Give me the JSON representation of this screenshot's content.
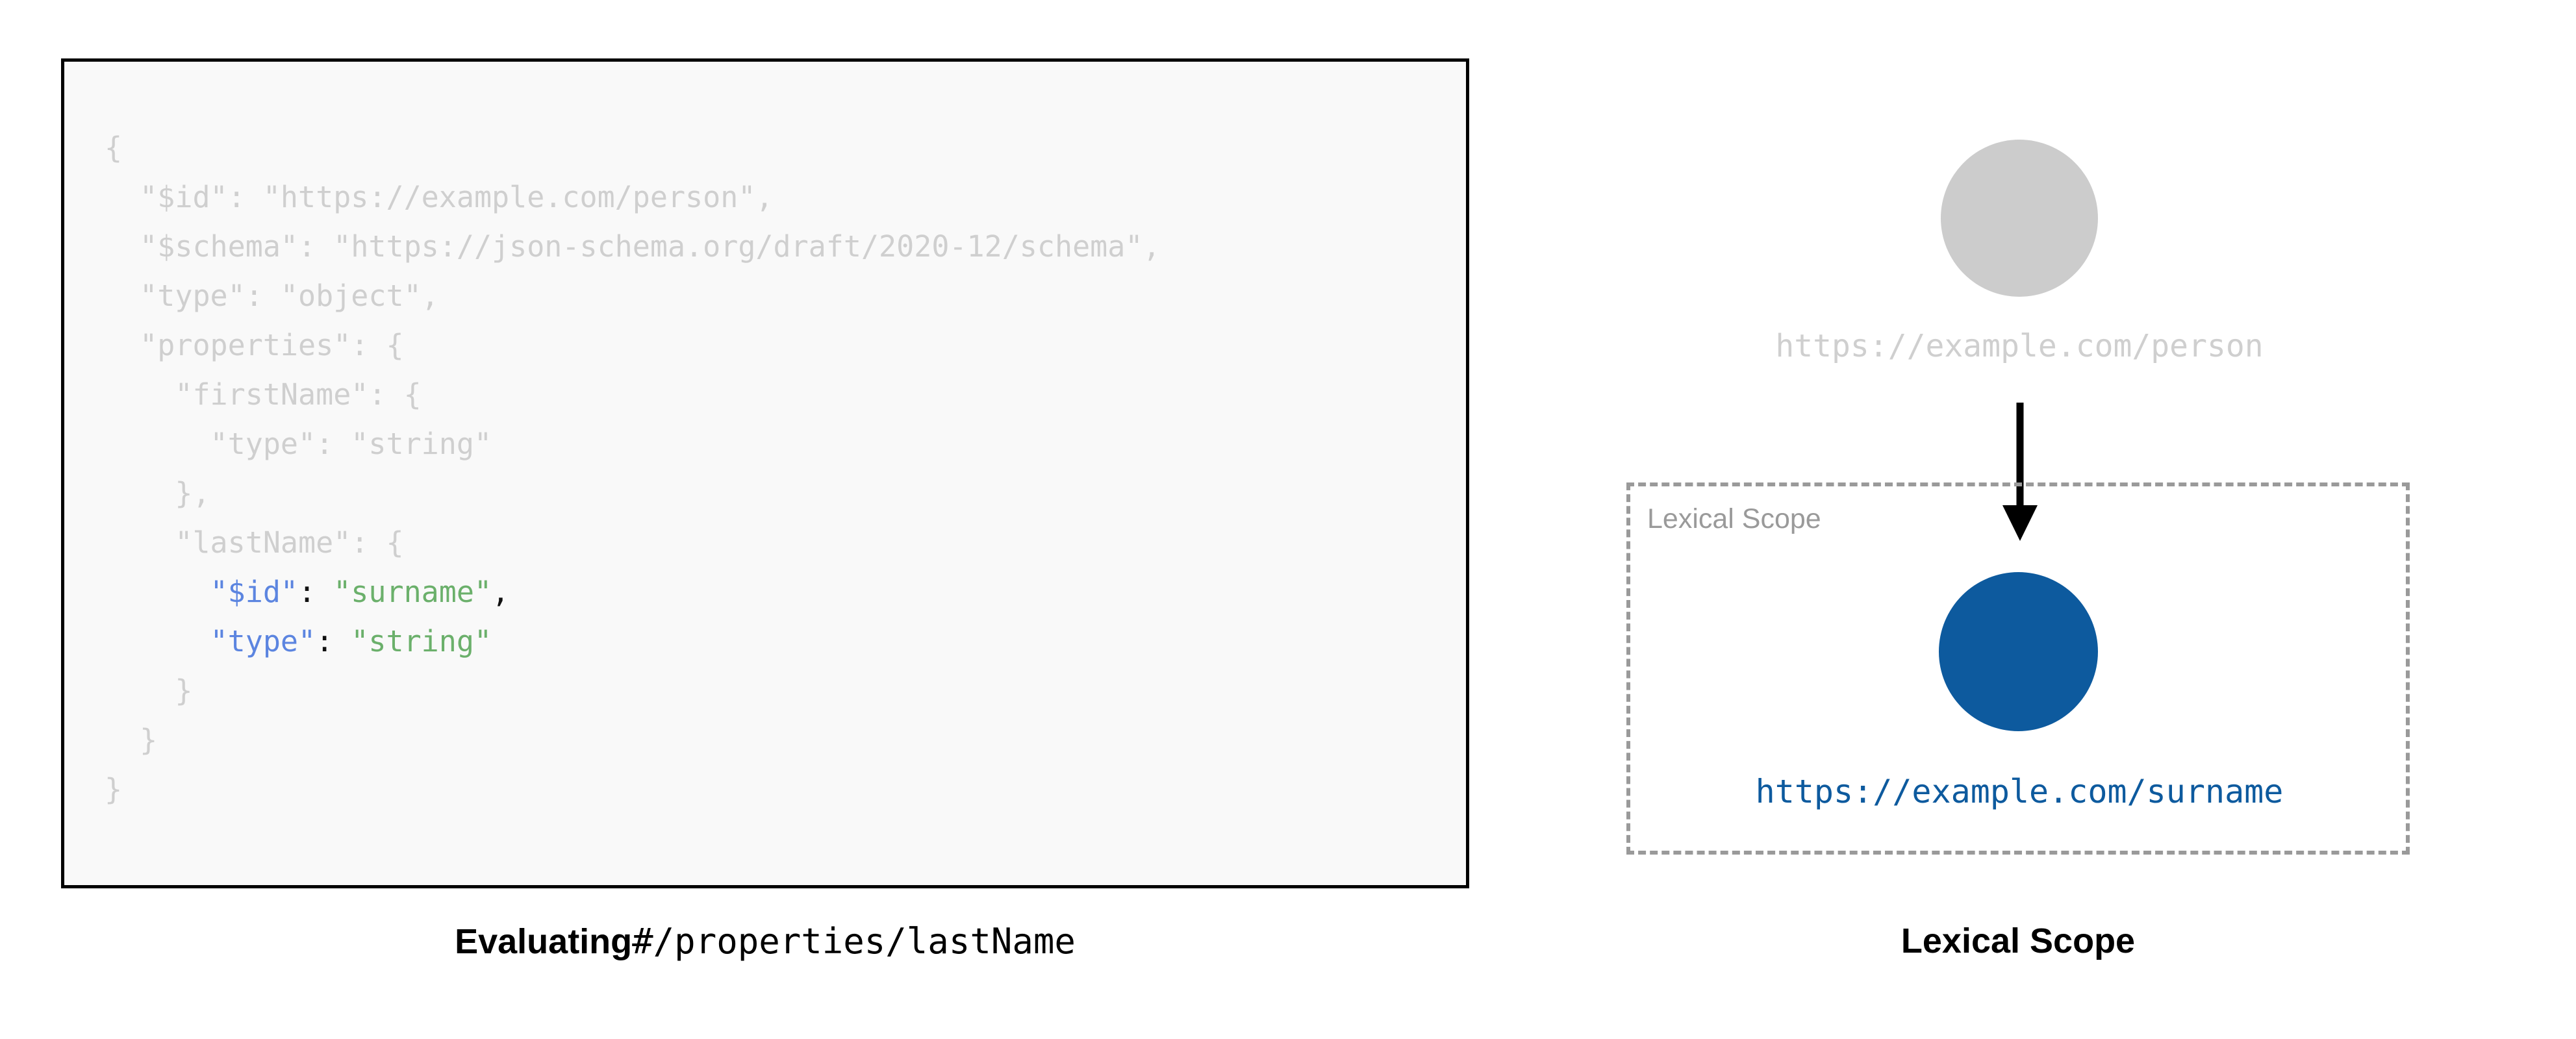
{
  "left_panel": {
    "code_box": {
      "language": "json",
      "lines": [
        [
          {
            "t": "{",
            "c": "dim"
          }
        ],
        [
          {
            "t": "  \"$id\": \"https://example.com/person\",",
            "c": "dim"
          }
        ],
        [
          {
            "t": "  \"$schema\": \"https://json-schema.org/draft/2020-12/schema\",",
            "c": "dim"
          }
        ],
        [
          {
            "t": "  \"type\": \"object\",",
            "c": "dim"
          }
        ],
        [
          {
            "t": "  \"properties\": {",
            "c": "dim"
          }
        ],
        [
          {
            "t": "    \"firstName\": {",
            "c": "dim"
          }
        ],
        [
          {
            "t": "      \"type\": \"string\"",
            "c": "dim"
          }
        ],
        [
          {
            "t": "    },",
            "c": "dim"
          }
        ],
        [
          {
            "t": "    \"lastName\": {",
            "c": "dim"
          }
        ],
        [
          {
            "t": "      ",
            "c": "dim"
          },
          {
            "t": "\"$id\"",
            "c": "key"
          },
          {
            "t": ":",
            "c": "punct"
          },
          {
            "t": " ",
            "c": "dim"
          },
          {
            "t": "\"surname\"",
            "c": "str"
          },
          {
            "t": ",",
            "c": "punct"
          }
        ],
        [
          {
            "t": "      ",
            "c": "dim"
          },
          {
            "t": "\"type\"",
            "c": "key"
          },
          {
            "t": ":",
            "c": "punct"
          },
          {
            "t": " ",
            "c": "dim"
          },
          {
            "t": "\"string\"",
            "c": "str"
          }
        ],
        [
          {
            "t": "    }",
            "c": "dim"
          }
        ],
        [
          {
            "t": "  }",
            "c": "dim"
          }
        ],
        [
          {
            "t": "}",
            "c": "dim"
          }
        ]
      ]
    },
    "caption": {
      "bold_text": "Evaluating",
      "mono_text": "#/properties/lastName"
    }
  },
  "right_panel": {
    "root_node": {
      "label": "https://example.com/person",
      "shape": "circle",
      "color": "#cccccc",
      "label_color": "#cfcfcf"
    },
    "arrow": {
      "icon": "arrow-down-icon",
      "color": "#000000"
    },
    "lexical_scope_box": {
      "label": "Lexical Scope",
      "border_style": "dashed",
      "border_color": "#9a9a9a"
    },
    "scope_node": {
      "label": "https://example.com/surname",
      "shape": "circle",
      "color": "#0d5a9e",
      "label_color": "#0d5a9e"
    },
    "caption": "Lexical Scope"
  },
  "colors": {
    "code_dim": "#cfcfcf",
    "code_key_blue": "#5c85e0",
    "code_string_green": "#6bb06b",
    "code_punct": "#111111",
    "code_bg": "#f9f9f9",
    "code_border": "#000000",
    "node_gray": "#cccccc",
    "node_blue": "#0d5a9e",
    "scope_gray": "#9a9a9a"
  }
}
